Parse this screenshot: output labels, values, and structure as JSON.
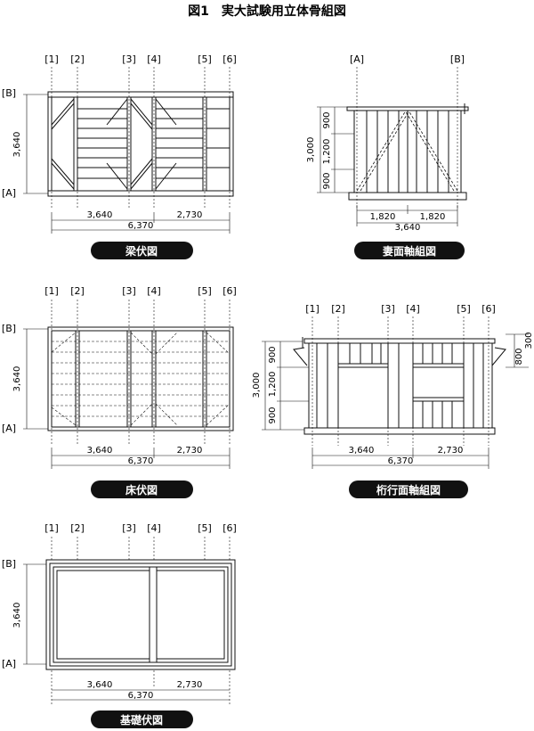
{
  "title": "図1　実大試験用立体骨組図",
  "grid_cols": [
    "[1]",
    "[2]",
    "[3]",
    "[4]",
    "[5]",
    "[6]"
  ],
  "grid_ab": {
    "a": "[A]",
    "b": "[B]"
  },
  "dims": {
    "d3640": "3,640",
    "d2730": "2,730",
    "d6370": "6,370",
    "d1820": "1,820",
    "d3000": "3,000",
    "d900": "900",
    "d1200": "1,200",
    "d800": "800",
    "d300": "300"
  },
  "captions": {
    "beam": "梁伏図",
    "gable": "妻面軸組図",
    "floor": "床伏図",
    "eave": "桁行面軸組図",
    "foundation": "基礎伏図"
  },
  "colors": {
    "line": "#111111",
    "caption_bg": "#111111",
    "caption_text": "#ffffff"
  }
}
